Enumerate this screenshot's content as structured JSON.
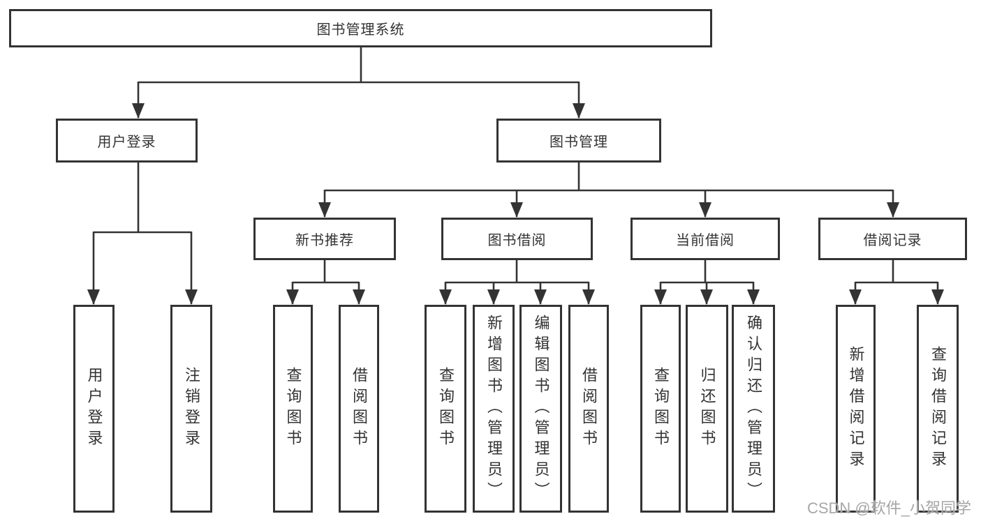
{
  "diagram": {
    "root": {
      "label": "图书管理系统"
    },
    "level2": [
      {
        "label": "用户登录"
      },
      {
        "label": "图书管理"
      }
    ],
    "level3": [
      {
        "label": "新书推荐"
      },
      {
        "label": "图书借阅"
      },
      {
        "label": "当前借阅"
      },
      {
        "label": "借阅记录"
      }
    ],
    "leaves": [
      {
        "label": "用户登录"
      },
      {
        "label": "注销登录"
      },
      {
        "label": "查询图书"
      },
      {
        "label": "借阅图书"
      },
      {
        "label": "查询图书"
      },
      {
        "label": "新增图书（管理员）"
      },
      {
        "label": "编辑图书（管理员）"
      },
      {
        "label": "借阅图书"
      },
      {
        "label": "查询图书"
      },
      {
        "label": "归还图书"
      },
      {
        "label": "确认归还（管理员）"
      },
      {
        "label": "新增借阅记录"
      },
      {
        "label": "查询借阅记录"
      }
    ]
  },
  "watermark": {
    "text": "CSDN @软件_小贺同学"
  },
  "colors": {
    "line": "#333333",
    "text": "#333333",
    "box_background": "#ffffff",
    "watermark": "#a6a6a6",
    "page_background": "#ffffff"
  }
}
